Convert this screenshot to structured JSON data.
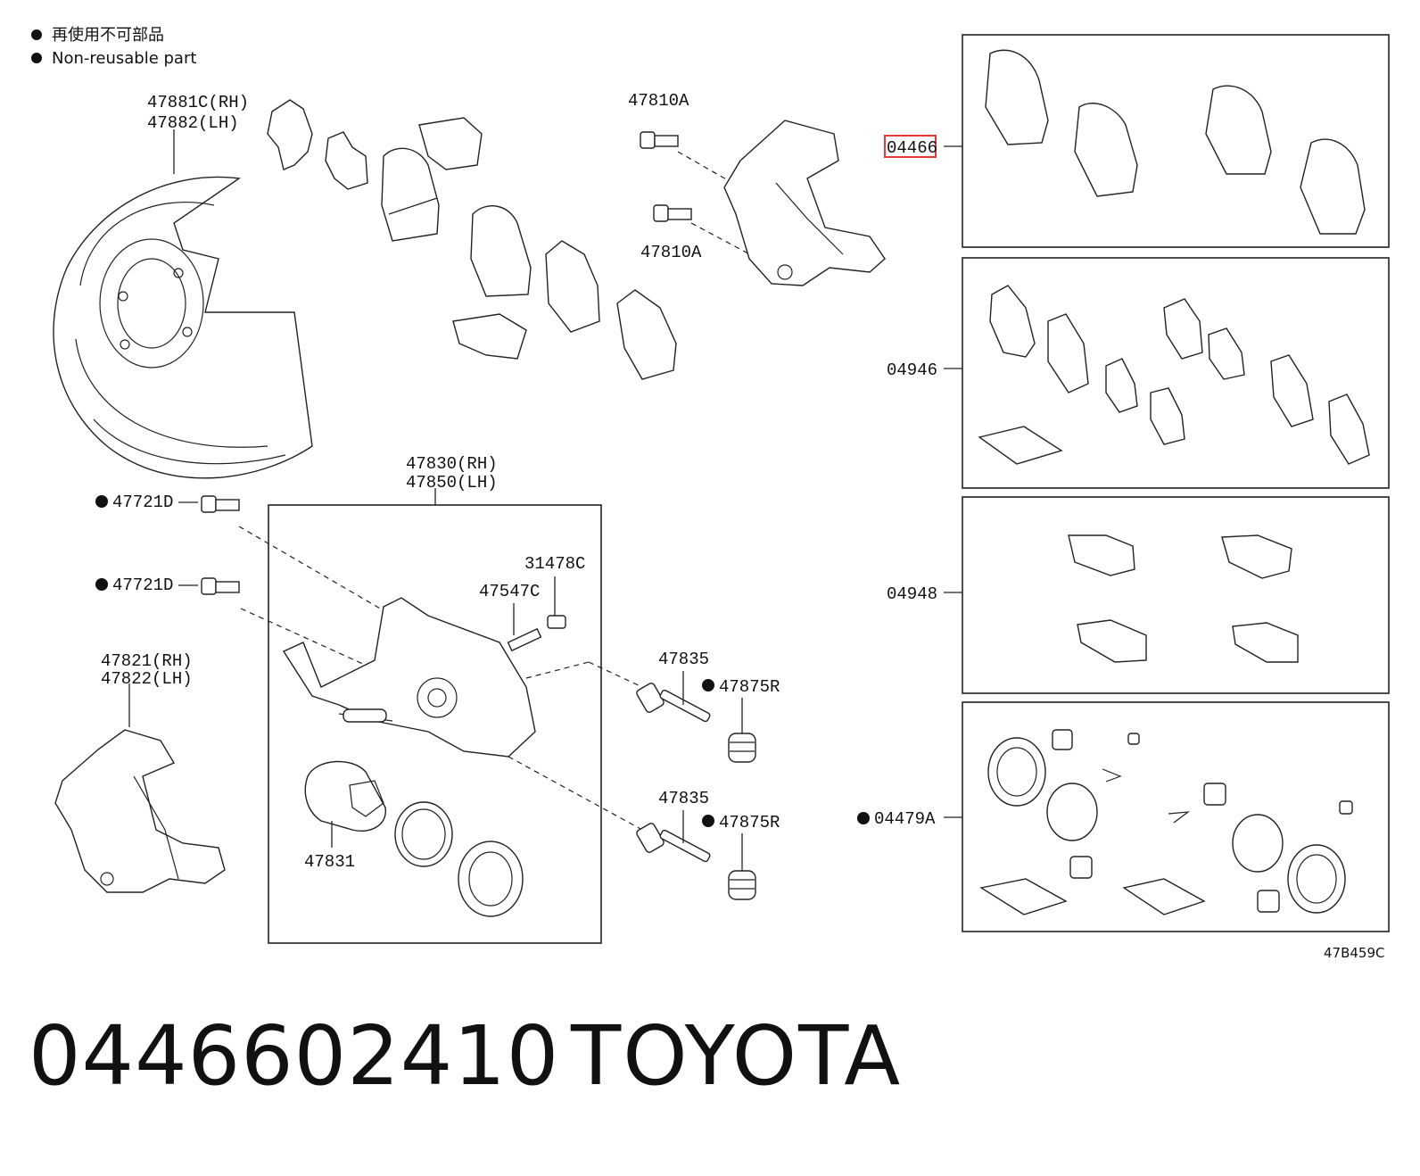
{
  "legend": {
    "line_jp": "再使用不可部品",
    "line_en": "Non-reusable part"
  },
  "labels": {
    "backing_plate_rh": "47881C(RH)",
    "backing_plate_lh": "47882(LH)",
    "bolt_top": "47810A",
    "bolt_bottom": "47810A",
    "pad_kit": "04466",
    "fitting_kit": "04946",
    "clip_kit": "04948",
    "cylinder_kit": "04479A",
    "caliper_rh": "47830(RH)",
    "caliper_lh": "47850(LH)",
    "bolt_721_a": "47721D",
    "bolt_721_b": "47721D",
    "bleeder_cap": "31478C",
    "bleeder_plug": "47547C",
    "mounting_rh": "47821(RH)",
    "mounting_lh": "47822(LH)",
    "slide_pin_a": "47835",
    "slide_pin_b": "47835",
    "boot_a": "47875R",
    "boot_b": "47875R",
    "piston": "47831",
    "diagram_id": "47B459C"
  },
  "footer": {
    "part_number": "0446602410",
    "brand": "TOYOTA"
  },
  "colors": {
    "highlight": "#e53935",
    "line": "#222222"
  }
}
